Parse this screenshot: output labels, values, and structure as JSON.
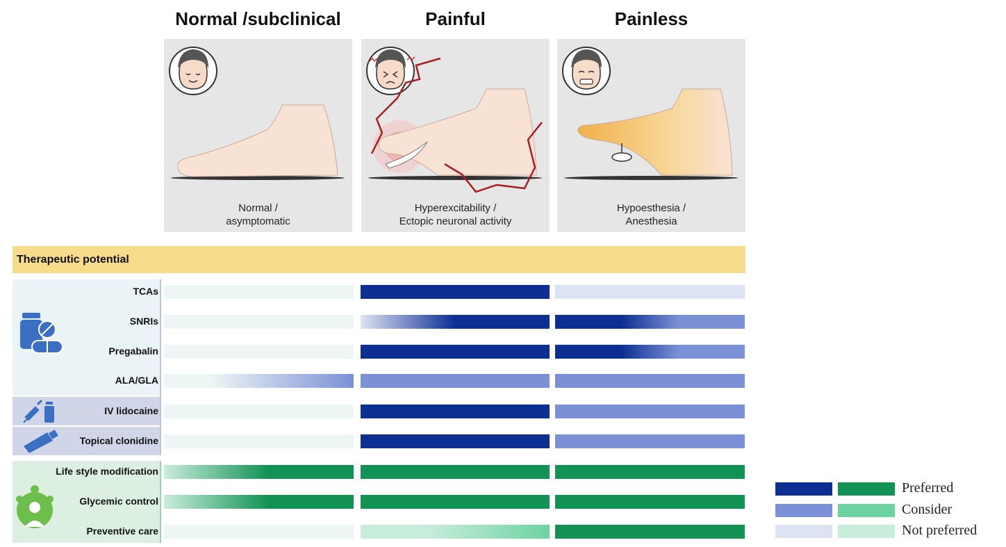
{
  "columns": [
    {
      "title": "Normal /subclinical",
      "caption_lines": [
        "Normal /",
        "asymptomatic"
      ]
    },
    {
      "title": "Painful",
      "caption_lines": [
        "Hyperexcitability /",
        "Ectopic neuronal activity"
      ]
    },
    {
      "title": "Painless",
      "caption_lines": [
        "Hypoesthesia /",
        "Anesthesia"
      ]
    }
  ],
  "banner_label": "Therapeutic potential",
  "rows": [
    {
      "label": "TCAs",
      "group": "oral",
      "levels": [
        "none",
        "preferred-blue",
        "notpref-blue"
      ]
    },
    {
      "label": "SNRIs",
      "group": "oral",
      "levels": [
        "none",
        "grad-blue-light-to-preferred",
        "grad-blue-preferred-to-consider"
      ]
    },
    {
      "label": "Pregabalin",
      "group": "oral",
      "levels": [
        "none",
        "preferred-blue",
        "grad-blue-preferred-to-consider"
      ]
    },
    {
      "label": "ALA/GLA",
      "group": "oral",
      "levels": [
        "grad-blue-none-to-consider",
        "consider-blue",
        "consider-blue"
      ]
    },
    {
      "label": "IV lidocaine",
      "group": "iv",
      "levels": [
        "none",
        "preferred-blue",
        "consider-blue"
      ]
    },
    {
      "label": "Topical clonidine",
      "group": "topical",
      "levels": [
        "none",
        "preferred-blue",
        "consider-blue"
      ]
    },
    {
      "label": "Life style modification",
      "group": "life",
      "levels": [
        "grad-green-light-to-preferred",
        "preferred-green",
        "preferred-green"
      ]
    },
    {
      "label": "Glycemic control",
      "group": "life",
      "levels": [
        "grad-green-light-to-preferred",
        "preferred-green",
        "preferred-green"
      ]
    },
    {
      "label": "Preventive care",
      "group": "life",
      "levels": [
        "none",
        "grad-green-notpref-to-consider",
        "preferred-green"
      ]
    }
  ],
  "legend": [
    {
      "label": "Preferred",
      "blue": "#0d2f94",
      "green": "#139256"
    },
    {
      "label": "Consider",
      "blue": "#7b90d6",
      "green": "#6dd3a3"
    },
    {
      "label": "Not preferred",
      "blue": "#dde3f3",
      "green": "#c9eddb"
    }
  ],
  "colors": {
    "none": "#eef5f5",
    "banner": "#f7dc8c",
    "oral_group_bg": "#eaf4f6",
    "iv_group_bg": "#d0d6e8",
    "life_group_bg": "#dcefe0",
    "icon_blue": "#3b6fc4",
    "icon_green": "#6cbf4b"
  },
  "icons": [
    "pill-bottle-icon",
    "syringe-vial-icon",
    "ointment-tube-icon",
    "healthy-lifestyle-icon",
    "face-calm-icon",
    "face-pain-icon",
    "face-numb-icon",
    "feather-icon",
    "pin-icon"
  ]
}
